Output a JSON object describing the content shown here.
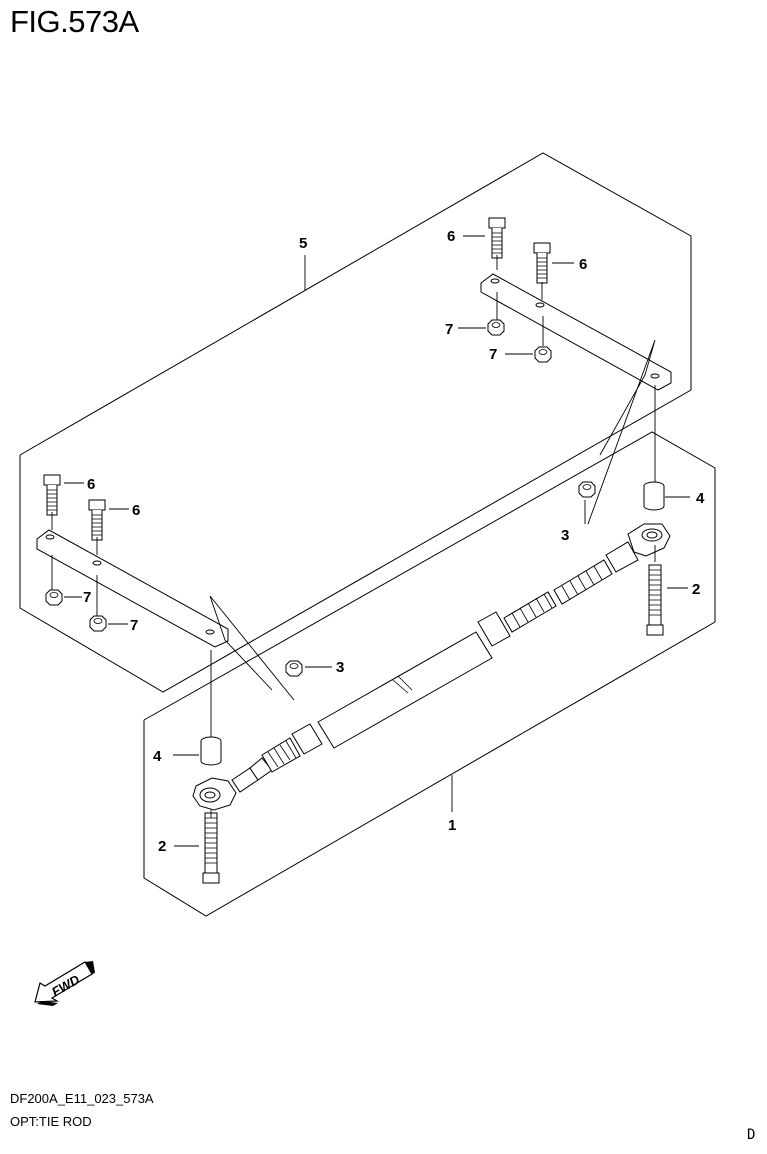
{
  "figure": {
    "title": "FIG.573A"
  },
  "footer": {
    "code": "DF200A_E11_023_573A",
    "description": "OPT:TIE ROD",
    "corner_mark": "D"
  },
  "direction_badge": {
    "label": "FWD"
  },
  "callouts": {
    "c1": "1",
    "c2a": "2",
    "c2b": "2",
    "c3a": "3",
    "c3b": "3",
    "c4a": "4",
    "c4b": "4",
    "c5": "5",
    "c6a": "6",
    "c6b": "6",
    "c6c": "6",
    "c6d": "6",
    "c7a": "7",
    "c7b": "7",
    "c7c": "7",
    "c7d": "7"
  }
}
